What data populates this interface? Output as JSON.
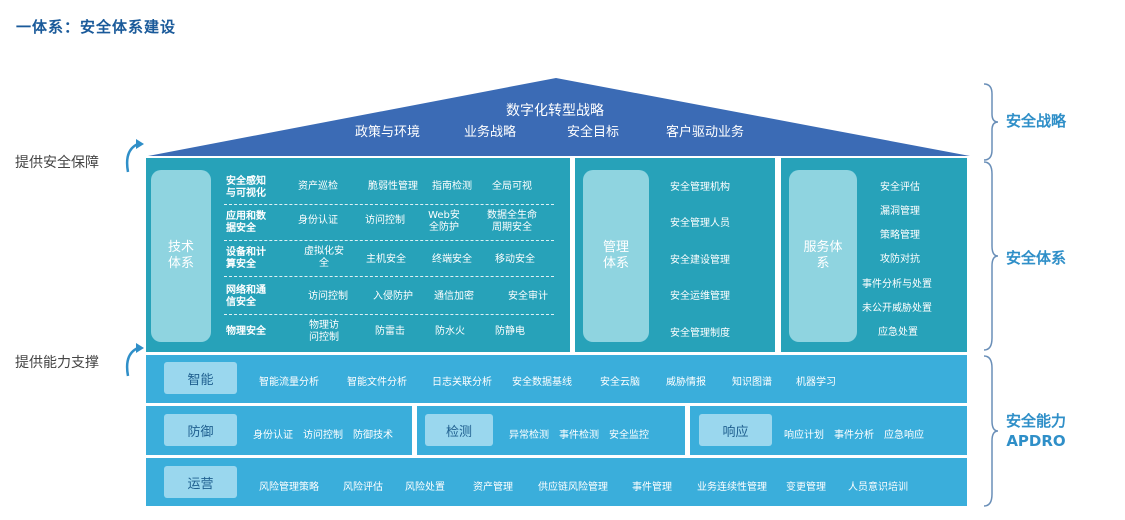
{
  "title": "一体系：安全体系建设",
  "roof": {
    "title": "数字化转型战略",
    "items": [
      "政策与环境",
      "业务战略",
      "安全目标",
      "客户驱动业务"
    ]
  },
  "tech": {
    "label_line1": "技术",
    "label_line2": "体系",
    "rows": [
      {
        "label_line1": "安全感知",
        "label_line2": "与可视化",
        "cells": [
          [
            "资产巡检"
          ],
          [
            "脆弱性管理"
          ],
          [
            "指南检测"
          ],
          [
            "全局可视"
          ]
        ]
      },
      {
        "label_line1": "应用和数",
        "label_line2": "据安全",
        "cells": [
          [
            "身份认证"
          ],
          [
            "访问控制"
          ],
          [
            "Web安",
            "全防护"
          ],
          [
            "数据全生命",
            "周期安全"
          ]
        ]
      },
      {
        "label_line1": "设备和计",
        "label_line2": "算安全",
        "cells": [
          [
            "虚拟化安",
            "全"
          ],
          [
            "主机安全"
          ],
          [
            "终端安全"
          ],
          [
            "移动安全"
          ]
        ]
      },
      {
        "label_line1": "网络和通",
        "label_line2": "信安全",
        "cells": [
          [
            "访问控制"
          ],
          [
            "入侵防护"
          ],
          [
            "通信加密"
          ],
          [
            "安全审计"
          ]
        ]
      },
      {
        "label_line1": "物理安全",
        "label_line2": "",
        "cells": [
          [
            "物理访",
            "问控制"
          ],
          [
            "防雷击"
          ],
          [
            "防水火"
          ],
          [
            "防静电"
          ]
        ]
      }
    ]
  },
  "mgmt": {
    "label_line1": "管理",
    "label_line2": "体系",
    "items": [
      "安全管理机构",
      "安全管理人员",
      "安全建设管理",
      "安全运维管理",
      "安全管理制度"
    ]
  },
  "service": {
    "label_line1": "服务体",
    "label_line2": "系",
    "items": [
      "安全评估",
      "漏洞管理",
      "策略管理",
      "攻防对抗",
      "事件分析与处置",
      "未公开威胁处置",
      "应急处置"
    ]
  },
  "smart": {
    "label": "智能",
    "items": [
      "智能流量分析",
      "智能文件分析",
      "日志关联分析",
      "安全数据基线",
      "安全云脑",
      "威胁情报",
      "知识图谱",
      "机器学习"
    ]
  },
  "defense": {
    "label": "防御",
    "items": [
      "身份认证",
      "访问控制",
      "防御技术"
    ]
  },
  "detect": {
    "label": "检测",
    "items": [
      "异常检测",
      "事件检测",
      "安全监控"
    ]
  },
  "respond": {
    "label": "响应",
    "items": [
      "响应计划",
      "事件分析",
      "应急响应"
    ]
  },
  "ops": {
    "label": "运营",
    "items": [
      "风险管理策略",
      "风险评估",
      "风险处置",
      "资产管理",
      "供应链风险管理",
      "事件管理",
      "业务连续性管理",
      "变更管理",
      "人员意识培训"
    ]
  },
  "side": {
    "guarantee": "提供安全保障",
    "capability": "提供能力支撑"
  },
  "right": {
    "strategy": "安全战略",
    "system": "安全体系",
    "capability_line1": "安全能力",
    "capability_line2": "APDRO"
  },
  "colors": {
    "roof": "#3b6bb5",
    "panel": "#27a2b9",
    "bar": "#3aaedb",
    "accent": "#2f8fc8"
  }
}
